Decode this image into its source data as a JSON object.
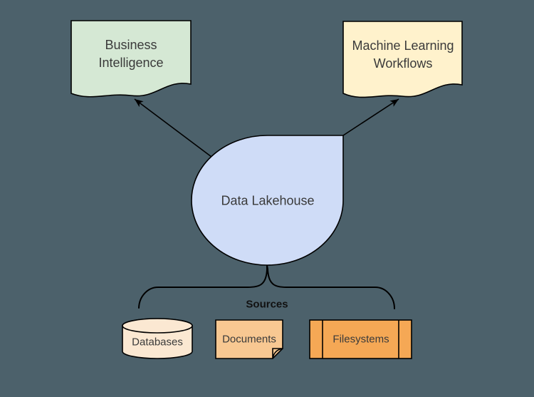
{
  "canvas": {
    "background": "#4c616b",
    "stroke": "#000000",
    "text_color": "#3a3a3a"
  },
  "nodes": {
    "business_intelligence": {
      "label": "Business\nIntelligence",
      "fill": "#d5e8d4",
      "shape": "document"
    },
    "ml_workflows": {
      "label": "Machine Learning\nWorkflows",
      "fill": "#fff2cc",
      "shape": "document"
    },
    "data_lakehouse": {
      "label": "Data Lakehouse",
      "fill": "#cfdcf7",
      "shape": "drop"
    },
    "databases": {
      "label": "Databases",
      "fill": "#fbe8d2",
      "shape": "cylinder"
    },
    "documents": {
      "label": "Documents",
      "fill": "#f8c892",
      "shape": "note"
    },
    "filesystems": {
      "label": "Filesystems",
      "fill": "#f5a855",
      "shape": "process"
    }
  },
  "group": {
    "label": "Sources",
    "members": [
      "databases",
      "documents",
      "filesystems"
    ]
  },
  "edges": [
    {
      "from": "data_lakehouse",
      "to": "business_intelligence"
    },
    {
      "from": "data_lakehouse",
      "to": "ml_workflows"
    }
  ]
}
